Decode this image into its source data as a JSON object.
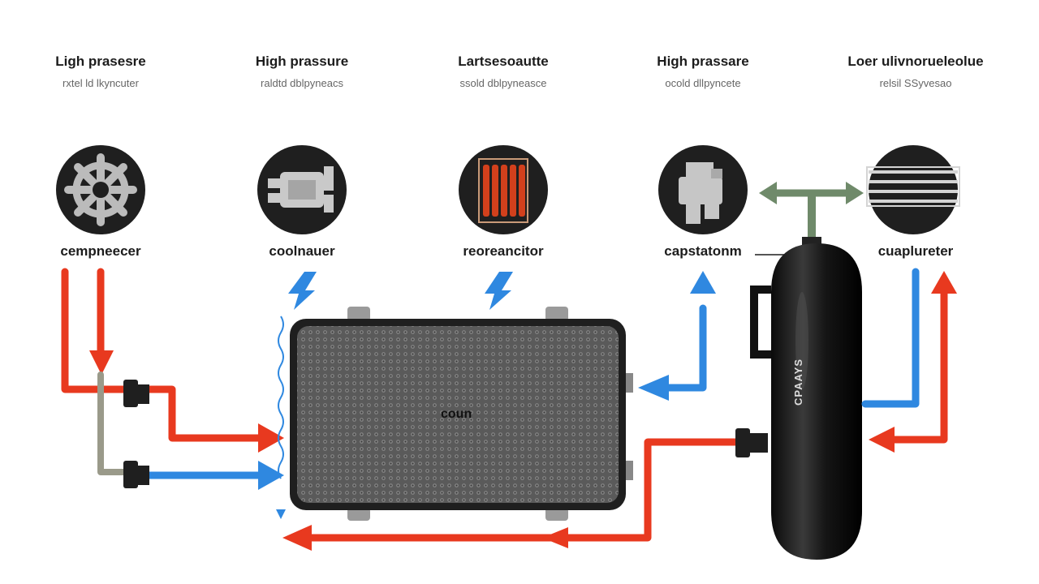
{
  "columns": [
    {
      "title": "Ligh prasesre",
      "subtitle": "rxtel ld lkyncuter",
      "label": "cempneecer",
      "icon": "compressor-fan-icon"
    },
    {
      "title": "High prassure",
      "subtitle": "raldtd dblpyneacs",
      "label": "coolnauer",
      "icon": "condenser-icon"
    },
    {
      "title": "Lartsesoautte",
      "subtitle": "ssold dblpyneasce",
      "label": "reoreancitor",
      "icon": "heating-coil-icon"
    },
    {
      "title": "High prassare",
      "subtitle": "ocold dllpyncete",
      "label": "capstatonm",
      "icon": "expansion-valve-icon"
    },
    {
      "title": "Loer ulivnorueleolue",
      "subtitle": "relsil SSyvesao",
      "label": "cuaplureter",
      "icon": "evaporator-grille-icon"
    }
  ],
  "center_unit_label": "coun",
  "tank_label": "CPAAYS",
  "colors": {
    "hot": "#e8391f",
    "cold": "#2f88e0",
    "dark": "#1f1f1f",
    "valve": "#6f8a6a"
  }
}
